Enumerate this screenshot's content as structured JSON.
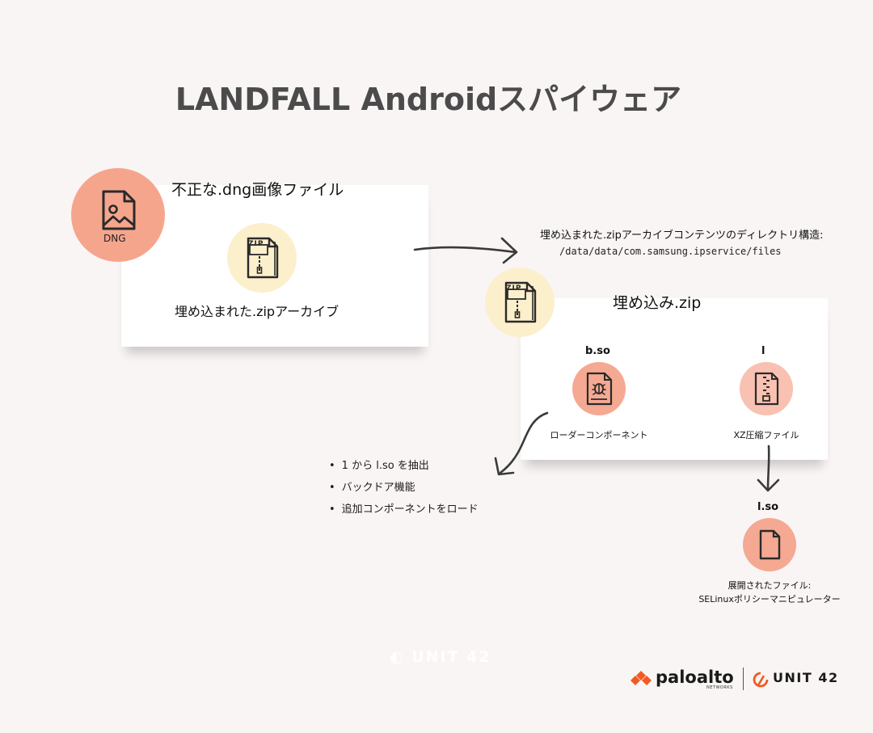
{
  "title": "LANDFALL Androidスパイウェア",
  "dng": {
    "heading": "不正な.dng画像ファイル",
    "icon_label": "DNG",
    "zip_caption": "埋め込まれた.zipアーカイブ",
    "zip_icon_label": "ZIP"
  },
  "directory": {
    "label": "埋め込まれた.zipアーカイブコンテンツのディレクトリ構造:",
    "path": "/data/data/com.samsung.ipservice/files"
  },
  "zip": {
    "heading": "埋め込み.zip",
    "icon_label": "ZIP",
    "bso": {
      "name": "b.so",
      "caption": "ローダーコンポーネント"
    },
    "l": {
      "name": "l",
      "caption": "XZ圧縮ファイル"
    }
  },
  "bullets": [
    "1 から l.so を抽出",
    "バックドア機能",
    "追加コンポーネントをロード"
  ],
  "lso": {
    "name": "l.so",
    "caption_line1": "展開されたファイル:",
    "caption_line2": "SELinuxポリシーマニピュレーター"
  },
  "watermark": "UNIT 42",
  "footer": {
    "brand1": "paloalto",
    "brand1_sub": "NETWORKS",
    "brand2": "UNIT 42"
  },
  "colors": {
    "salmon": "#f6a58d",
    "cream": "#fcefcc",
    "title": "#4b4b4b",
    "brand_orange": "#f15a22"
  }
}
